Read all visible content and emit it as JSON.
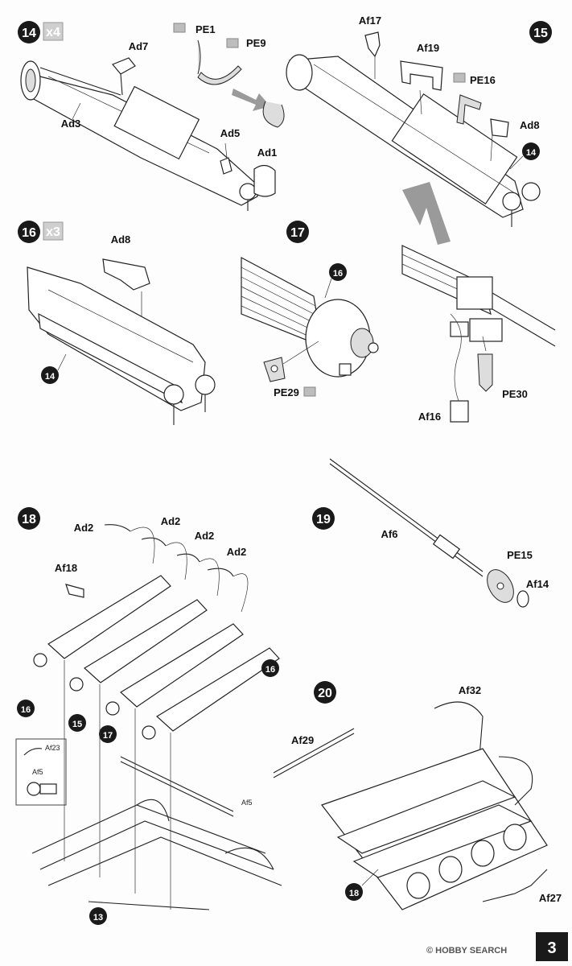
{
  "steps": [
    {
      "number": "14",
      "multiplier": "x4"
    },
    {
      "number": "15"
    },
    {
      "number": "16",
      "multiplier": "x3"
    },
    {
      "number": "17"
    },
    {
      "number": "18"
    },
    {
      "number": "19"
    },
    {
      "number": "20"
    }
  ],
  "labels": {
    "ad7": "Ad7",
    "pe1": "PE1",
    "pe9": "PE9",
    "af17": "Af17",
    "af19": "Af19",
    "pe16": "PE16",
    "ad8_s15": "Ad8",
    "ad3": "Ad3",
    "ad5": "Ad5",
    "ad1": "Ad1",
    "ad8_s16": "Ad8",
    "pe29": "PE29",
    "pe30": "PE30",
    "af16": "Af16",
    "ad2_a": "Ad2",
    "ad2_b": "Ad2",
    "ad2_c": "Ad2",
    "ad2_d": "Ad2",
    "af18": "Af18",
    "af6": "Af6",
    "pe15": "PE15",
    "af14": "Af14",
    "af23": "Af23",
    "af5_detail": "Af5",
    "af5_main": "Af5",
    "af32": "Af32",
    "af29": "Af29",
    "af27": "Af27"
  },
  "subassembly_refs": {
    "s15_ref": "14",
    "s16_ref": "14",
    "s17_ref": "16",
    "s18_ref_a": "16",
    "s18_ref_b": "16",
    "s18_ref_c": "15",
    "s18_ref_d": "17",
    "s18_ref_e": "13",
    "s20_ref": "18"
  },
  "page": {
    "number": "3"
  },
  "watermark": {
    "text": "© HOBBY SEARCH"
  },
  "colors": {
    "badge": "#1a1a1a",
    "mult_fill": "#cfcfcf",
    "arrow": "#9a9a9a",
    "etch_icon": "#bdbdbd"
  }
}
